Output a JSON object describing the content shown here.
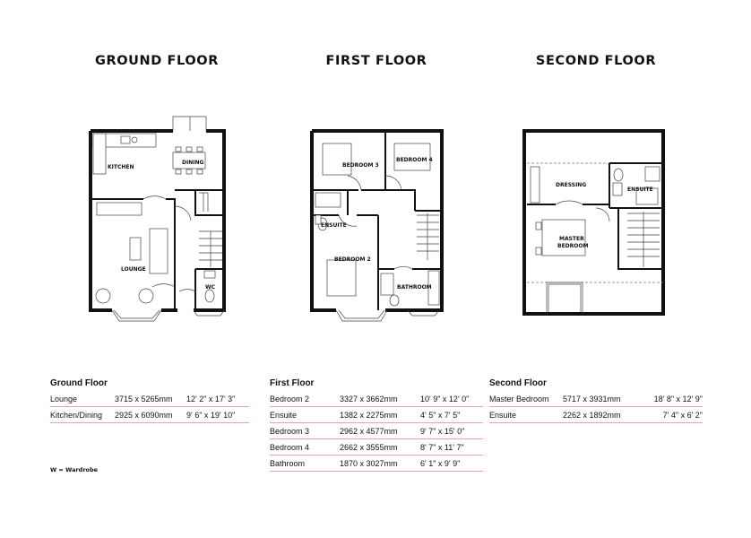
{
  "titles": {
    "ground": "GROUND FLOOR",
    "first": "FIRST FLOOR",
    "second": "SECOND FLOOR"
  },
  "rooms": {
    "kitchen": "KITCHEN",
    "dining": "DINING",
    "lounge": "LOUNGE",
    "wc": "WC",
    "bedroom3": "BEDROOM 3",
    "bedroom4": "BEDROOM 4",
    "ensuite1": "ENSUITE",
    "bedroom2": "BEDROOM 2",
    "bathroom": "BATHROOM",
    "dressing": "DRESSING",
    "ensuite2": "ENSUITE",
    "master1": "MASTER",
    "master2": "BEDROOM"
  },
  "tables": {
    "ground": {
      "title": "Ground Floor",
      "rows": [
        {
          "name": "Lounge",
          "metric": "3715 x 5265mm",
          "imperial": "12' 2\" x 17' 3\""
        },
        {
          "name": "Kitchen/Dining",
          "metric": "2925 x 6090mm",
          "imperial": "9' 6\" x 19' 10\""
        }
      ]
    },
    "first": {
      "title": "First Floor",
      "rows": [
        {
          "name": "Bedroom 2",
          "metric": "3327 x 3662mm",
          "imperial": "10' 9\" x 12' 0\""
        },
        {
          "name": "Ensuite",
          "metric": "1382 x 2275mm",
          "imperial": "4' 5\" x 7' 5\""
        },
        {
          "name": "Bedroom 3",
          "metric": "2962 x 4577mm",
          "imperial": "9' 7\" x 15' 0\""
        },
        {
          "name": "Bedroom 4",
          "metric": "2662 x 3555mm",
          "imperial": "8' 7\" x 11' 7\""
        },
        {
          "name": "Bathroom",
          "metric": "1870 x 3027mm",
          "imperial": "6' 1\" x 9' 9\""
        }
      ]
    },
    "second": {
      "title": "Second Floor",
      "rows": [
        {
          "name": "Master Bedroom",
          "metric": "5717 x 3931mm",
          "imperial": "18' 8\" x 12' 9\""
        },
        {
          "name": "Ensuite",
          "metric": "2262 x 1892mm",
          "imperial": "7' 4\" x 6' 2\""
        }
      ]
    }
  },
  "note": "W = Wardrobe"
}
